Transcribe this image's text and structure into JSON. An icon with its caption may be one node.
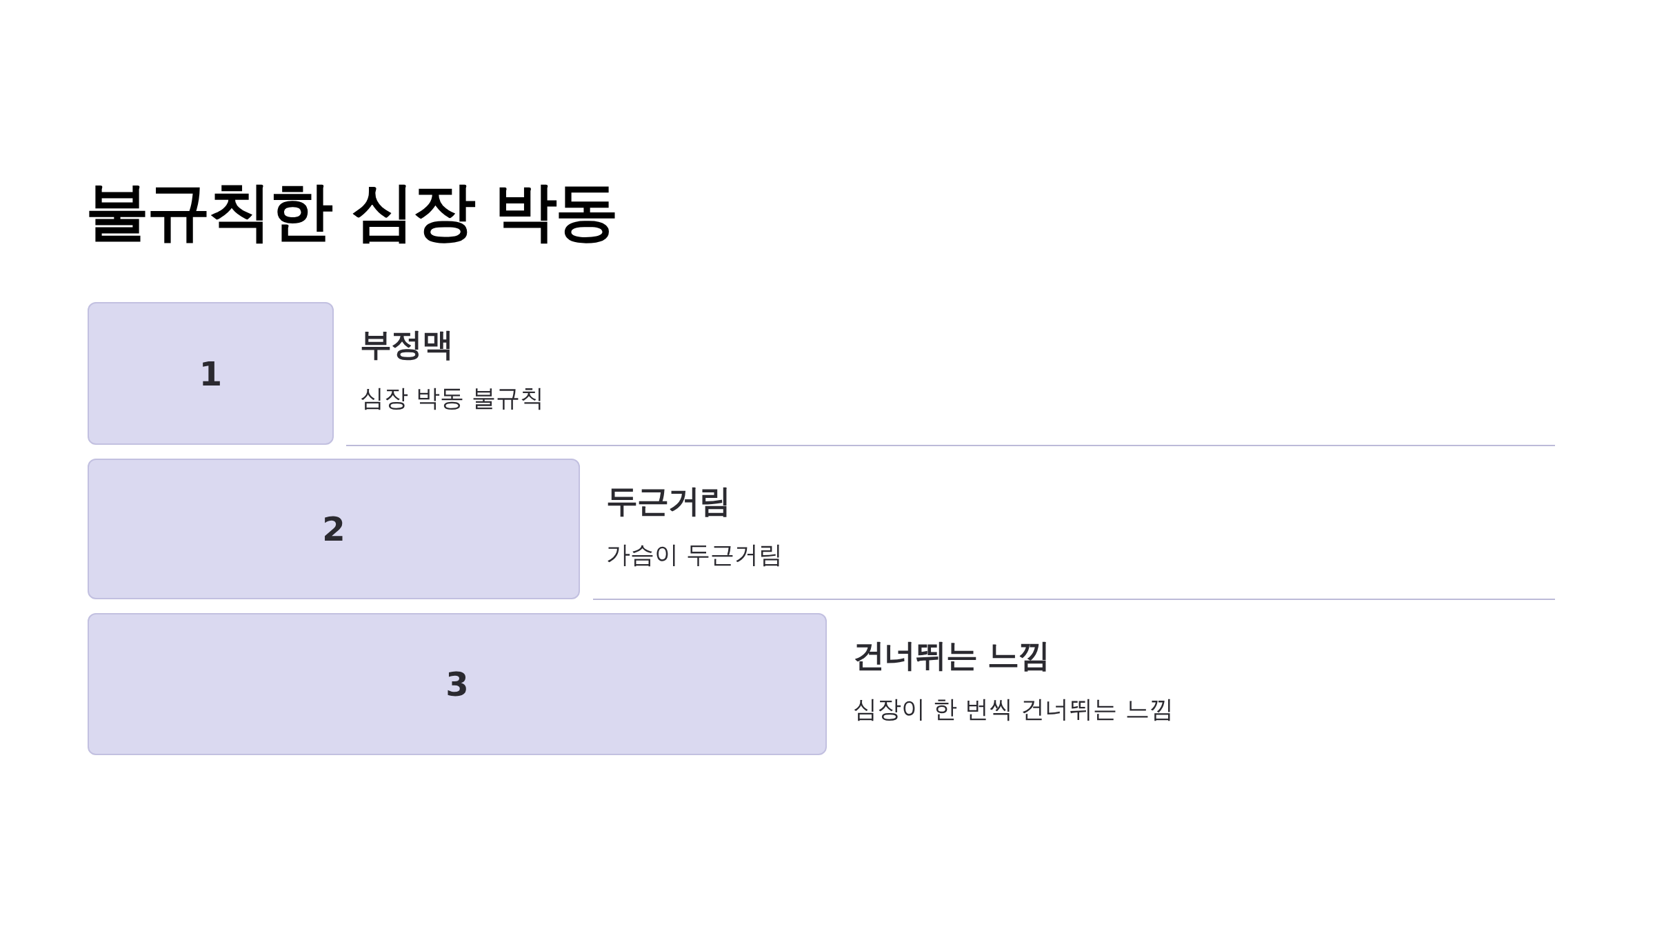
{
  "diagram": {
    "title": "불규칙한 심장 박동",
    "nodes": [
      {
        "text": [
          "1"
        ],
        "beside": [
          "부정맥",
          "심장 박동 불규칙"
        ]
      },
      {
        "text": [
          "2"
        ],
        "beside": [
          "두근거림",
          "가슴이 두근거림"
        ]
      },
      {
        "text": [
          "3"
        ],
        "beside": [
          "건너뛰는 느낌",
          "심장이 한 번씩 건너뛰는 느낌"
        ]
      }
    ],
    "edges": []
  }
}
